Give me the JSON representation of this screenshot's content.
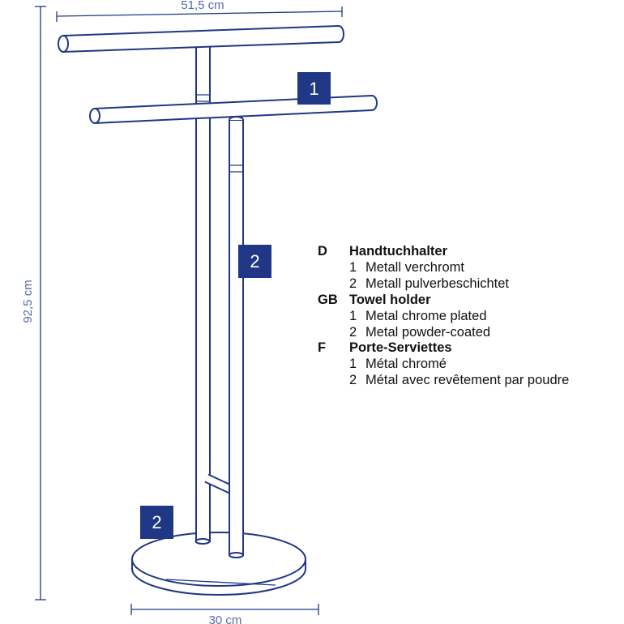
{
  "dimensions": {
    "width_top": "51,5 cm",
    "height": "92,5 cm",
    "width_base": "30 cm"
  },
  "badges": {
    "top_bar": "1",
    "upright": "2",
    "base": "2"
  },
  "legend": [
    {
      "code": "D",
      "title": "Handtuchhalter",
      "items": [
        {
          "num": "1",
          "text": "Metall verchromt"
        },
        {
          "num": "2",
          "text": "Metall pulverbeschichtet"
        }
      ]
    },
    {
      "code": "GB",
      "title": "Towel holder",
      "items": [
        {
          "num": "1",
          "text": "Metal chrome plated"
        },
        {
          "num": "2",
          "text": "Metal powder-coated"
        }
      ]
    },
    {
      "code": "F",
      "title": "Porte-Serviettes",
      "items": [
        {
          "num": "1",
          "text": "Métal chromé"
        },
        {
          "num": "2",
          "text": "Métal avec revêtement par poudre"
        }
      ]
    }
  ],
  "colors": {
    "line": "#1f3784",
    "badge": "#1f3784",
    "dimension_text": "#5a6aa8"
  }
}
